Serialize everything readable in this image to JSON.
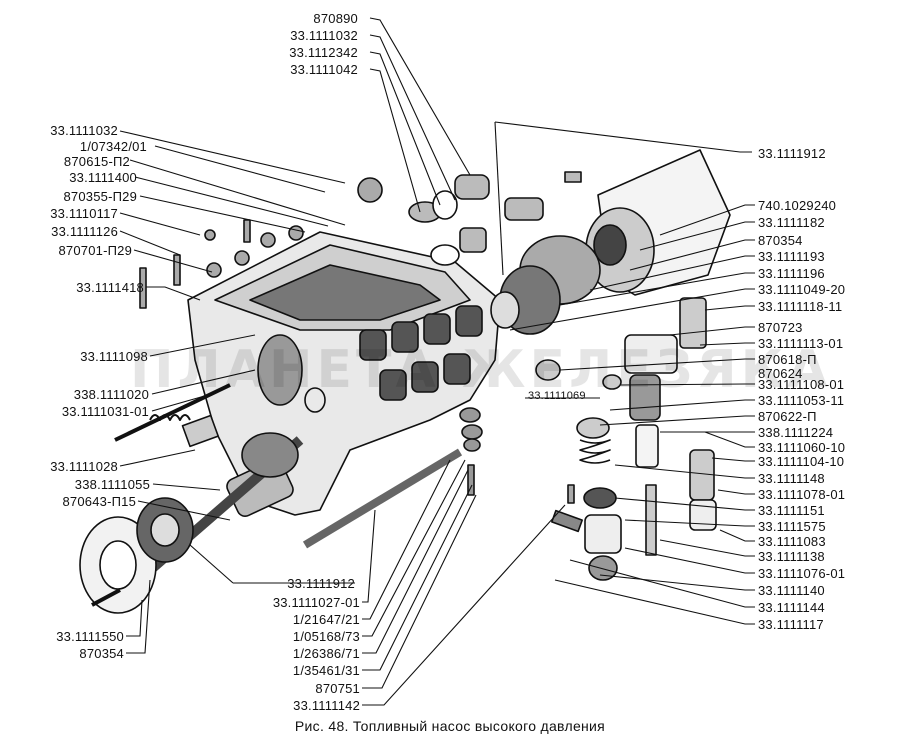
{
  "caption": "Рис. 48. Топливный насос высокого давления",
  "watermark": "ПЛАНЕТА ЖЕЛЕЗЯКА",
  "labels": {
    "top1": "870890",
    "top2": "33.1111032",
    "top3": "33.1112342",
    "top4": "33.1111042",
    "l1": "33.1111032",
    "l2": "1/07342/01",
    "l3": "870615-П2",
    "l4": "33.1111400",
    "l5": "870355-П29",
    "l6": "33.1110117",
    "l7": "33.1111126",
    "l8": "870701-П29",
    "l9": "33.1111418",
    "l10": "33.1111098",
    "l11": "338.1111020",
    "l12": "33.1111031-01",
    "l13": "33.1111028",
    "l14": "338.1111055",
    "l15": "870643-П15",
    "l16": "33.1111550",
    "l17": "870354",
    "b1": "33.1111912",
    "b2": "33.1111027-01",
    "b3": "1/21647/21",
    "b4": "1/05168/73",
    "b5": "1/26386/71",
    "b6": "1/35461/31",
    "b7": "870751",
    "b8": "33.1111142",
    "mid1": "33.1111069",
    "r1": "33.1111912",
    "r2": "740.1029240",
    "r3": "33.1111182",
    "r4": "870354",
    "r5": "33.1111193",
    "r6": "33.1111196",
    "r7": "33.1111049-20",
    "r8": "33.1111118-11",
    "r9": "870723",
    "r10": "33.1111113-01",
    "r11": "870618-П",
    "r12": "870624",
    "r13": "33.1111108-01",
    "r14": "33.1111053-11",
    "r15": "870622-П",
    "r16": "338.1111224",
    "r17": "33.1111060-10",
    "r18": "33.1111104-10",
    "r19": "33.1111148",
    "r20": "33.1111078-01",
    "r21": "33.1111151",
    "r22": "33.1111575",
    "r23": "33.1111083",
    "r24": "33.1111138",
    "r25": "33.1111076-01",
    "r26": "33.1111140",
    "r27": "33.1111144",
    "r28": "33.1111117"
  }
}
